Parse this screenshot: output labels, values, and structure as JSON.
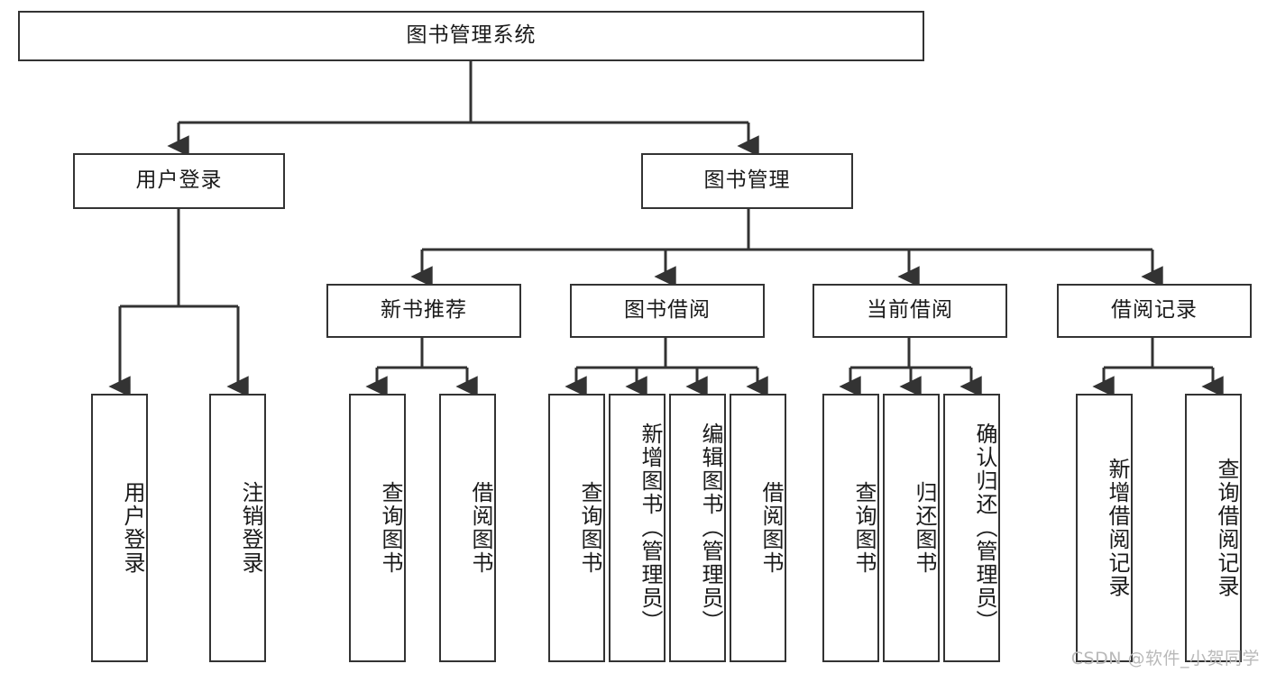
{
  "diagram": {
    "title_node": {
      "label": "图书管理系统"
    },
    "level2": [
      {
        "id": "user-login",
        "label": "用户登录"
      },
      {
        "id": "book-management",
        "label": "图书管理"
      }
    ],
    "level3": [
      {
        "id": "new-book-recommend",
        "label": "新书推荐"
      },
      {
        "id": "book-borrow",
        "label": "图书借阅"
      },
      {
        "id": "current-borrow",
        "label": "当前借阅"
      },
      {
        "id": "borrow-record",
        "label": "借阅记录"
      }
    ],
    "leaves": {
      "user_login": [
        {
          "id": "leaf-user-login",
          "label": "用户登录"
        },
        {
          "id": "leaf-logout-login",
          "label": "注销登录"
        }
      ],
      "new_book_recommend": [
        {
          "id": "leaf-query-book-1",
          "label": "查询图书"
        },
        {
          "id": "leaf-borrow-book-1",
          "label": "借阅图书"
        }
      ],
      "book_borrow": [
        {
          "id": "leaf-query-book-2",
          "label": "查询图书"
        },
        {
          "id": "leaf-add-book",
          "label": "新增图书（管理员）"
        },
        {
          "id": "leaf-edit-book",
          "label": "编辑图书（管理员）"
        },
        {
          "id": "leaf-borrow-book-2",
          "label": "借阅图书"
        }
      ],
      "current_borrow": [
        {
          "id": "leaf-query-book-3",
          "label": "查询图书"
        },
        {
          "id": "leaf-return-book",
          "label": "归还图书"
        },
        {
          "id": "leaf-confirm-return",
          "label": "确认归还（管理员）"
        }
      ],
      "borrow_record": [
        {
          "id": "leaf-add-record",
          "label": "新增借阅记录"
        },
        {
          "id": "leaf-query-record",
          "label": "查询借阅记录"
        }
      ]
    }
  },
  "watermark": {
    "text": "CSDN @软件_小贺同学"
  },
  "colors": {
    "stroke": "#333333",
    "background": "#ffffff",
    "text": "#1a1a1a",
    "watermark": "#b9b9b9"
  }
}
